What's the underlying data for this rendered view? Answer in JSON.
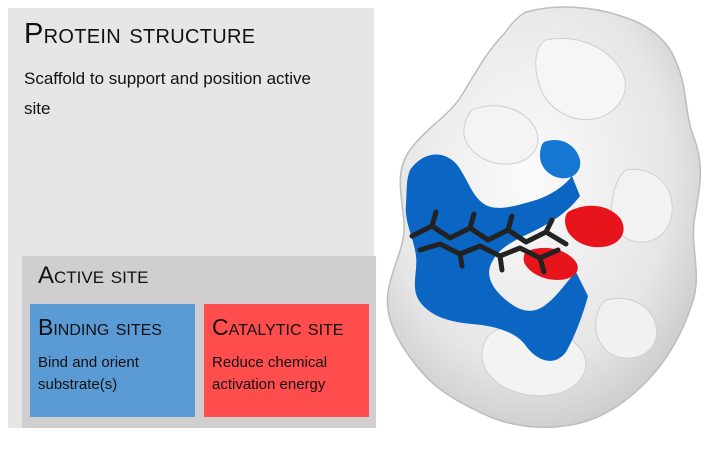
{
  "protein_structure": {
    "title": "Protein structure",
    "description": "Scaffold to support and position active site"
  },
  "active_site": {
    "title": "Active site",
    "binding": {
      "title": "Binding sites",
      "description": "Bind and orient substrate(s)",
      "color": "#5b9bd5"
    },
    "catalytic": {
      "title": "Catalytic site",
      "description": "Reduce chemical activation energy",
      "color": "#ff4d4d"
    }
  },
  "image": {
    "subject": "protein-surface-render",
    "colors": {
      "surface": "#ededed",
      "binding_region": "#0a66c2",
      "catalytic_region": "#e8141c",
      "substrate": "#222222"
    }
  }
}
